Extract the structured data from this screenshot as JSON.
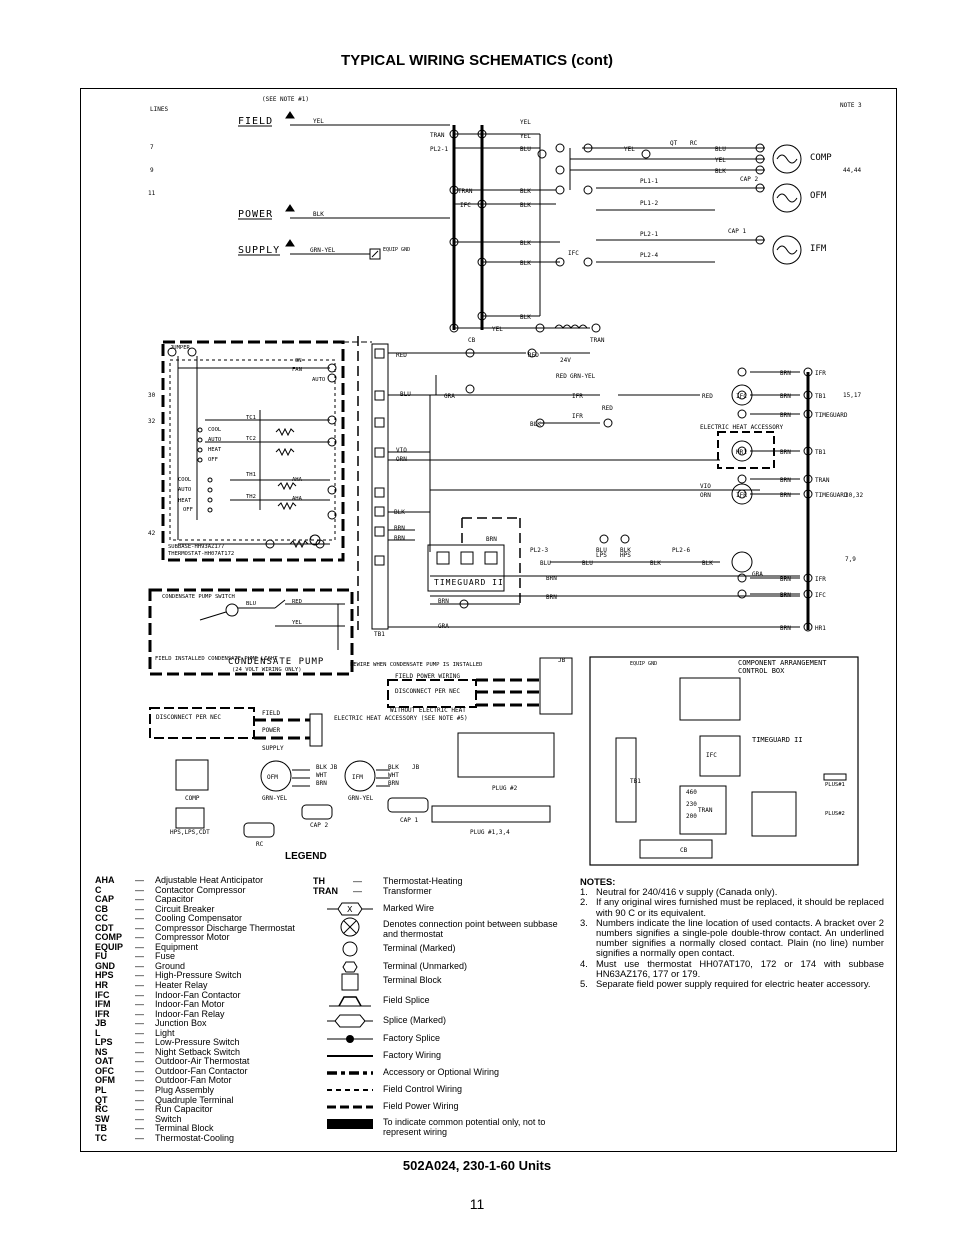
{
  "page": {
    "title": "TYPICAL WIRING SCHEMATICS (cont)",
    "caption": "502A024, 230-1-60 Units",
    "page_number": "11"
  },
  "schematic": {
    "lines_label": "LINES",
    "line_numbers": [
      "7",
      "9",
      "11",
      "30",
      "32",
      "42"
    ],
    "see_note_1": "(SEE NOTE #1)",
    "note_3": "NOTE 3",
    "field": "FIELD",
    "power": "POWER",
    "supply": "SUPPLY",
    "wire_labels": {
      "yel": "YEL",
      "blk": "BLK",
      "blu": "BLU",
      "red": "RED",
      "gra": "GRA",
      "brn": "BRN",
      "wht": "WHT",
      "vio": "VIO",
      "orn": "ORN",
      "grn_yel": "GRN-YEL"
    },
    "device_labels": {
      "tran": "TRAN",
      "ifc": "IFC",
      "pl2_1": "PL2-1",
      "pl1_1": "PL1-1",
      "pl1_2": "PL1-2",
      "pl2_4": "PL2-4",
      "pl2_3": "PL2-3",
      "pl2_6": "PL2-6",
      "qt": "QT",
      "rc": "RC",
      "cap1": "CAP 1",
      "cap2": "CAP 2",
      "comp": "COMP",
      "ofm": "OFM",
      "ifm": "IFM",
      "cb": "CB",
      "ifr": "IFR",
      "tb1": "TB1",
      "hr1": "HR1",
      "equip_gnd": "EQUIP GND",
      "timeguard": "TIMEGUARD",
      "timeguard_ii": "TIMEGUARD II",
      "lps": "LPS",
      "hps": "HPS",
      "v24": "24V",
      "jumper": "JUMPER",
      "fan": "FAN",
      "on": "ON",
      "auto": "AUTO",
      "cool": "COOL",
      "heat": "HEAT",
      "off": "OFF",
      "tc1": "TC1",
      "tc2": "TC2",
      "th1": "TH1",
      "th2": "TH2",
      "aha": "AHA",
      "l": "L",
      "x": "X",
      "subbase": "SUBBASE-HH93AZ177",
      "thermostat": "THERMOSTAT-HH07AT172",
      "electric_heat_accessory": "ELECTRIC HEAT ACCESSORY",
      "condensate_pump_switch": "CONDENSATE PUMP SWITCH",
      "field_installed": "FIELD INSTALLED CONDENSATE PUMP LIGHT",
      "condensate_pump": "CONDENSATE PUMP",
      "volt24": "(24 VOLT WIRING ONLY)",
      "rewire": "REWIRE WHEN CONDENSATE PUMP IS INSTALLED",
      "field_power_wiring": "FIELD POWER WIRING",
      "disconnect_per_nec": "DISCONNECT PER NEC",
      "without_electric_heat": "WITHOUT ELECTRIC HEAT",
      "field_power_supply": "FIELD POWER SUPPLY",
      "electric_heat_accessory_note": "ELECTRIC HEAT ACCESSORY (SEE NOTE #5)",
      "component_arrangement": "COMPONENT ARRANGEMENT",
      "control_box": "CONTROL BOX",
      "plug2": "PLUG #2",
      "plug134": "PLUG #1,3,4",
      "plus1": "PLUS#1",
      "plus2": "PLUS#2",
      "hps_lps_cdt": "HPS,LPS,CDT",
      "jb": "JB",
      "gra_lbl": "GRA",
      "fortyfour": "44,44",
      "fifteen": "15,17",
      "thirtytwo": "30,32",
      "seventynine": "7,9",
      "v230": "230",
      "v460": "460",
      "v200": "200"
    }
  },
  "legend": {
    "title": "LEGEND",
    "abbreviations": [
      {
        "k": "AHA",
        "v": "Adjustable Heat Anticipator"
      },
      {
        "k": "C",
        "v": "Contactor Compressor"
      },
      {
        "k": "CAP",
        "v": "Capacitor"
      },
      {
        "k": "CB",
        "v": "Circuit Breaker"
      },
      {
        "k": "CC",
        "v": "Cooling Compensator"
      },
      {
        "k": "CDT",
        "v": "Compressor Discharge Thermostat"
      },
      {
        "k": "COMP",
        "v": "Compressor Motor"
      },
      {
        "k": "EQUIP",
        "v": "Equipment"
      },
      {
        "k": "FU",
        "v": "Fuse"
      },
      {
        "k": "GND",
        "v": "Ground"
      },
      {
        "k": "HPS",
        "v": "High-Pressure Switch"
      },
      {
        "k": "HR",
        "v": "Heater Relay"
      },
      {
        "k": "IFC",
        "v": "Indoor-Fan Contactor"
      },
      {
        "k": "IFM",
        "v": "Indoor-Fan Motor"
      },
      {
        "k": "IFR",
        "v": "Indoor-Fan Relay"
      },
      {
        "k": "JB",
        "v": "Junction Box"
      },
      {
        "k": "L",
        "v": "Light"
      },
      {
        "k": "LPS",
        "v": "Low-Pressure Switch"
      },
      {
        "k": "NS",
        "v": "Night Setback Switch"
      },
      {
        "k": "OAT",
        "v": "Outdoor-Air Thermostat"
      },
      {
        "k": "OFC",
        "v": "Outdoor-Fan Contactor"
      },
      {
        "k": "OFM",
        "v": "Outdoor-Fan Motor"
      },
      {
        "k": "PL",
        "v": "Plug Assembly"
      },
      {
        "k": "QT",
        "v": "Quadruple Terminal"
      },
      {
        "k": "RC",
        "v": "Run Capacitor"
      },
      {
        "k": "SW",
        "v": "Switch"
      },
      {
        "k": "TB",
        "v": "Terminal Block"
      },
      {
        "k": "TC",
        "v": "Thermostat-Cooling"
      }
    ],
    "abbreviations2": [
      {
        "k": "TH",
        "v": "Thermostat-Heating"
      },
      {
        "k": "TRAN",
        "v": "Transformer"
      }
    ],
    "symbols": [
      {
        "v": "Marked Wire",
        "icon": "marked-wire"
      },
      {
        "v": "Denotes connection point between subbase and thermostat",
        "icon": "connection-point"
      },
      {
        "v": "Terminal (Marked)",
        "icon": "terminal-marked"
      },
      {
        "v": "Terminal (Unmarked)",
        "icon": "terminal-unmarked"
      },
      {
        "v": "Terminal Block",
        "icon": "terminal-block"
      },
      {
        "v": "Field Splice",
        "icon": "field-splice"
      },
      {
        "v": "Splice (Marked)",
        "icon": "splice-marked"
      },
      {
        "v": "Factory Splice",
        "icon": "factory-splice"
      },
      {
        "v": "Factory Wiring",
        "icon": "factory-wiring"
      },
      {
        "v": "Accessory or Optional Wiring",
        "icon": "accessory-wiring"
      },
      {
        "v": "Field Control Wiring",
        "icon": "field-control-wiring"
      },
      {
        "v": "Field Power Wiring",
        "icon": "field-power-wiring"
      },
      {
        "v": "To indicate common potential only, not to represent wiring",
        "icon": "common-potential"
      }
    ]
  },
  "notes": {
    "title": "NOTES:",
    "items": [
      {
        "n": "1.",
        "v": "Neutral for 240/416 v supply (Canada only)."
      },
      {
        "n": "2.",
        "v": "If any original wires furnished must be replaced, it should be replaced with 90 C or its equivalent."
      },
      {
        "n": "3.",
        "v": "Numbers indicate the line location of used contacts. A bracket over 2 numbers signifies a single-pole double-throw contact. An underlined number signifies a normally closed contact. Plain (no line) number signifies a normally open contact."
      },
      {
        "n": "4.",
        "v": "Must use thermostat HH07AT170, 172 or 174 with subbase HN63AZ176, 177 or 179."
      },
      {
        "n": "5.",
        "v": "Separate field power supply required for electric heater accessory."
      }
    ]
  }
}
